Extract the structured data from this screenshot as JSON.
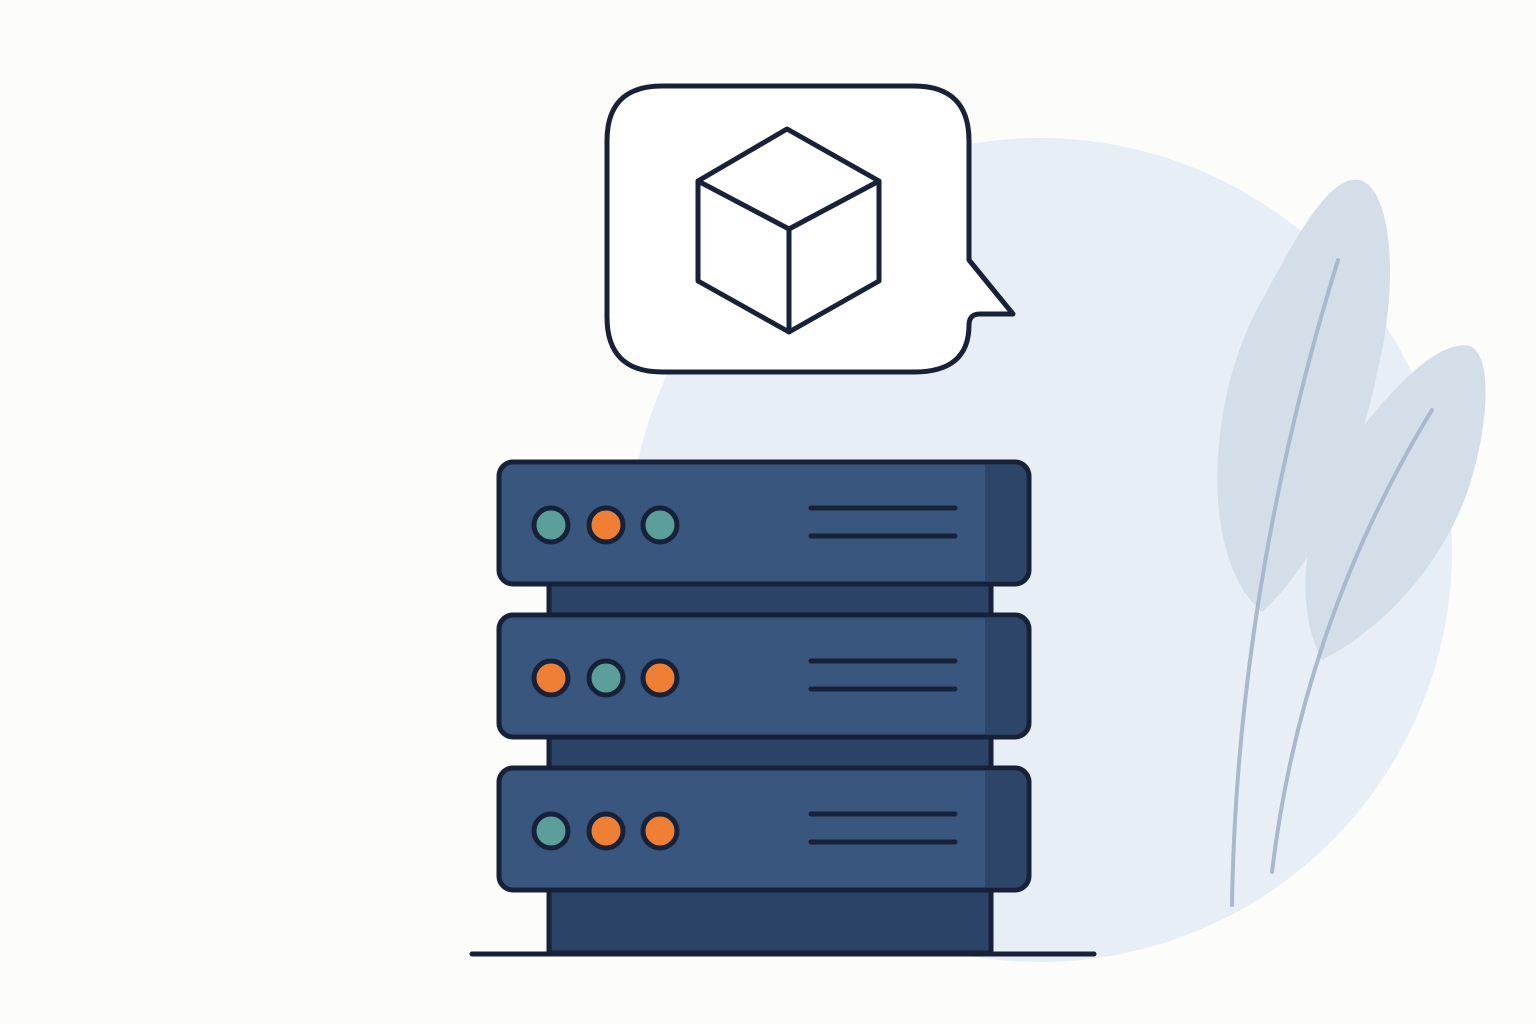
{
  "colors": {
    "background": "#fcfcfb",
    "circle": "#e8eef5",
    "leaf": "#d4dee9",
    "leaf_vein": "#a9b8cc",
    "outline": "#172238",
    "bubble_fill": "#ffffff",
    "server_face": "#38567e",
    "server_face_dark": "#2d4568",
    "server_body": "#2b4366",
    "led_teal": "#5c9e9a",
    "led_orange": "#ee7f35"
  },
  "icons": {
    "bubble": "speech-bubble-icon",
    "cube": "cube-icon",
    "server": "server-stack-icon",
    "plant": "leaf-plant-icon"
  },
  "server_units": [
    {
      "leds": [
        "teal",
        "orange",
        "teal"
      ]
    },
    {
      "leds": [
        "orange",
        "teal",
        "orange"
      ]
    },
    {
      "leds": [
        "teal",
        "orange",
        "orange"
      ]
    }
  ]
}
